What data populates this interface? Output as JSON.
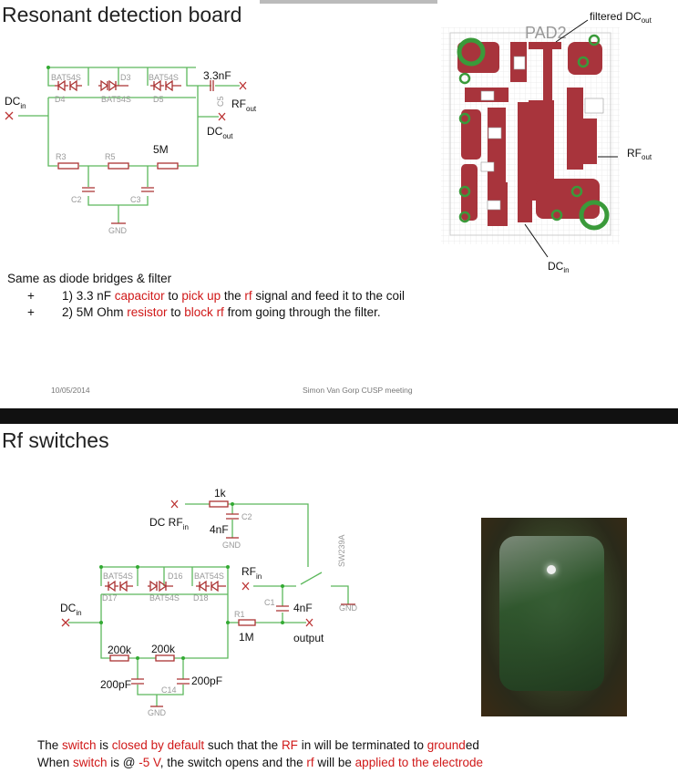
{
  "slide1": {
    "title": "Resonant detection board",
    "schematic": {
      "dc_in": "DC",
      "dc_in_sub": "in",
      "diode_labels": [
        "BAT54S",
        "D3",
        "BAT54S",
        "D4",
        "BAT54S",
        "D5"
      ],
      "cap_value": "3.3nF",
      "cap_name": "C5",
      "rf_out": "RF",
      "rf_out_sub": "out",
      "dc_out": "DC",
      "dc_out_sub": "out",
      "resistor_labels": [
        "R3",
        "R5"
      ],
      "resistor_value": "5M",
      "cap_labels": [
        "C2",
        "C3"
      ],
      "gnd": "GND"
    },
    "pcb": {
      "pad_label": "PAD2",
      "filtered_dc_out": "filtered DC",
      "filtered_dc_out_sub": "out",
      "rf_out": "RF",
      "rf_out_sub": "out",
      "dc_in": "DC",
      "dc_in_sub": "in"
    },
    "intro": "Same as diode bridges & filter",
    "bullets": [
      {
        "marker": "+",
        "segments": [
          {
            "t": "1) 3.3 nF ",
            "r": false
          },
          {
            "t": "capacitor",
            "r": true
          },
          {
            "t": " to ",
            "r": false
          },
          {
            "t": "pick up",
            "r": true
          },
          {
            "t": " the ",
            "r": false
          },
          {
            "t": "rf",
            "r": true
          },
          {
            "t": " signal and feed it to the coil",
            "r": false
          }
        ]
      },
      {
        "marker": "+",
        "segments": [
          {
            "t": "2) 5M Ohm ",
            "r": false
          },
          {
            "t": "resistor",
            "r": true
          },
          {
            "t": " to ",
            "r": false
          },
          {
            "t": "block rf",
            "r": true
          },
          {
            "t": " from going through the filter.",
            "r": false
          }
        ]
      }
    ],
    "footer_date": "10/05/2014",
    "footer_author": "Simon Van Gorp CUSP meeting"
  },
  "slide2": {
    "title": "Rf switches",
    "schematic": {
      "r_1k": "1k",
      "dc_rf_in": "DC RF",
      "dc_rf_in_sub": "in",
      "cap_4nf_top": "4nF",
      "cap_top_name": "C2",
      "gnd": "GND",
      "switch_name": "SW239A",
      "rf_in": "RF",
      "rf_in_sub": "in",
      "diode_labels": [
        "BAT54S",
        "D16",
        "BAT54S",
        "D17",
        "BAT54S",
        "D18"
      ],
      "dc_in": "DC",
      "dc_in_sub": "in",
      "c1_name": "C1",
      "c1_value": "4nF",
      "r1_name": "R1",
      "r1_value": "1M",
      "output": "output",
      "r_values": [
        "200k",
        "200k"
      ],
      "c_values": [
        "200pF",
        "200pF"
      ],
      "c14_name": "C14"
    },
    "notes": [
      [
        {
          "t": "The ",
          "r": false
        },
        {
          "t": "switch",
          "r": true
        },
        {
          "t": " is ",
          "r": false
        },
        {
          "t": "closed by default",
          "r": true
        },
        {
          "t": " such that the ",
          "r": false
        },
        {
          "t": "RF",
          "r": true
        },
        {
          "t": " in will be terminated to ",
          "r": false
        },
        {
          "t": "ground",
          "r": true
        },
        {
          "t": "ed",
          "r": false
        }
      ],
      [
        {
          "t": "When ",
          "r": false
        },
        {
          "t": "switch",
          "r": true
        },
        {
          "t": " is @ ",
          "r": false
        },
        {
          "t": "-5 V",
          "r": true
        },
        {
          "t": ", the switch opens and the ",
          "r": false
        },
        {
          "t": "rf",
          "r": true
        },
        {
          "t": " will be ",
          "r": false
        },
        {
          "t": "applied to the electrode",
          "r": true
        }
      ]
    ]
  },
  "colors": {
    "accent_red": "#d01818",
    "wire_green": "#5cb85c",
    "component_red": "#a33333",
    "pcb_copper": "#a8343c"
  }
}
